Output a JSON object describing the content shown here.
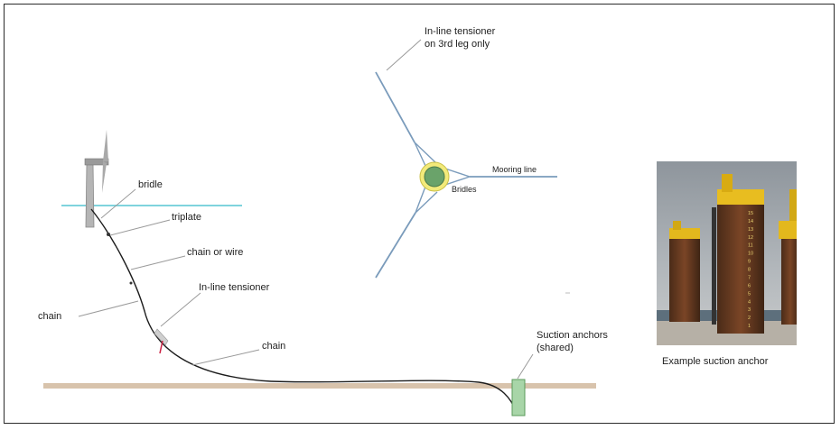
{
  "profile": {
    "labels": {
      "bridle": "bridle",
      "triplate": "triplate",
      "chain_or_wire": "chain or wire",
      "inline_tensioner": "In-line tensioner",
      "chain_upper": "chain",
      "chain_lower": "chain",
      "suction_anchors_line1": "Suction anchors",
      "suction_anchors_line2": "(shared)"
    }
  },
  "plan": {
    "labels": {
      "tensioner_line1": "In-line tensioner",
      "tensioner_line2": "on 3rd leg only",
      "mooring_line": "Mooring line",
      "bridles": "Bridles"
    }
  },
  "photo": {
    "caption": "Example suction anchor",
    "anchor_marks": [
      "15",
      "14",
      "13",
      "12",
      "11",
      "10",
      "9",
      "8",
      "7",
      "6",
      "5",
      "4",
      "3",
      "2",
      "1"
    ]
  },
  "colors": {
    "sea_surface": "#7fd3dd",
    "seabed": "#d8c3ac",
    "mooring_line_plan": "#7a9bbb",
    "buoy_ring": "#f2ea7a",
    "buoy_core": "#6aa36a",
    "anchor_box": "#a8d5a8",
    "tensioner_marker": "#cc2244"
  }
}
